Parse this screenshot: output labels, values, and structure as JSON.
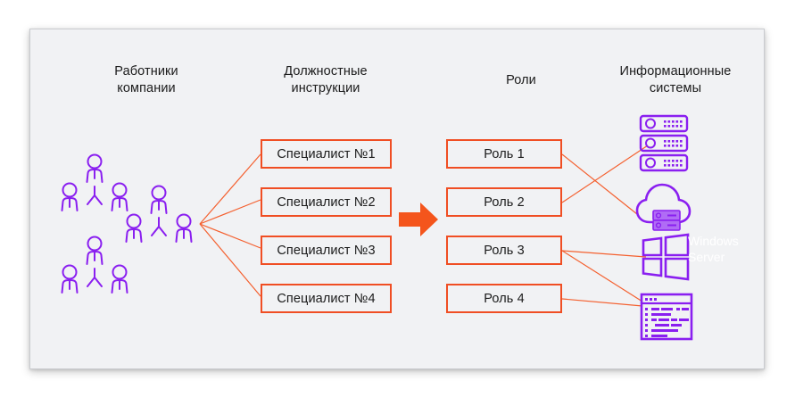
{
  "diagram": {
    "columns": [
      {
        "key": "employees",
        "title": "Работники\nкомпании"
      },
      {
        "key": "job_descriptions",
        "title": "Должностные\nинструкции"
      },
      {
        "key": "roles",
        "title": "Роли"
      },
      {
        "key": "information_systems",
        "title": "Информационные\nсистемы"
      }
    ],
    "job_descriptions": [
      {
        "label": "Специалист №1"
      },
      {
        "label": "Специалист №2"
      },
      {
        "label": "Специалист №3"
      },
      {
        "label": "Специалист №4"
      }
    ],
    "roles": [
      {
        "label": "Роль 1"
      },
      {
        "label": "Роль 2"
      },
      {
        "label": "Роль 3"
      },
      {
        "label": "Роль 4"
      }
    ],
    "systems": [
      {
        "icon": "server-stack-icon",
        "label": ""
      },
      {
        "icon": "cloud-server-icon",
        "label": ""
      },
      {
        "icon": "windows-logo-icon",
        "label": "Windows\nServer"
      },
      {
        "icon": "code-window-icon",
        "label": ""
      }
    ],
    "employee_groups": 3,
    "people_per_group": 3,
    "flow_arrow": "arrow-right-icon",
    "colors": {
      "accent_orange": "#f04e23",
      "wire_orange": "#f4602f",
      "icon_purple": "#8a1ff0",
      "icon_purple_light": "#b06cf5",
      "canvas_bg": "#f1f2f4",
      "canvas_border": "#c9cbcf",
      "text": "#1b1b1b",
      "windows_label": "#ffffff",
      "page_bg": "#ffffff"
    }
  }
}
